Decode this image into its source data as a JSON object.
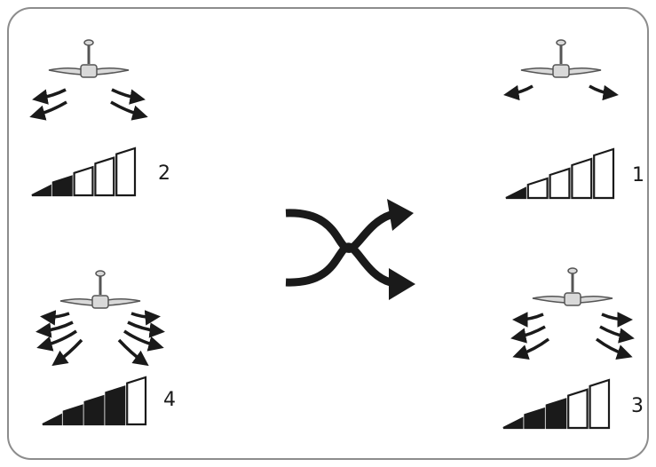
{
  "diagram": {
    "colors": {
      "frame_stroke": "#8c8c8c",
      "ink": "#1a1a1a",
      "fan_body": "#d9d9d9",
      "fan_stroke": "#555555"
    },
    "icons": {
      "fan": "ceiling-fan-icon",
      "airflow": "airflow-arrows-icon",
      "speed_bars": "speed-level-bars-icon",
      "shuffle": "shuffle-arrows-icon"
    },
    "panels": [
      {
        "id": "top-left",
        "speed_label": "2",
        "level": 2,
        "max_level": 5
      },
      {
        "id": "top-right",
        "speed_label": "1",
        "level": 1,
        "max_level": 5
      },
      {
        "id": "bottom-left",
        "speed_label": "4",
        "level": 4,
        "max_level": 5
      },
      {
        "id": "bottom-right",
        "speed_label": "3",
        "level": 3,
        "max_level": 5
      }
    ]
  }
}
